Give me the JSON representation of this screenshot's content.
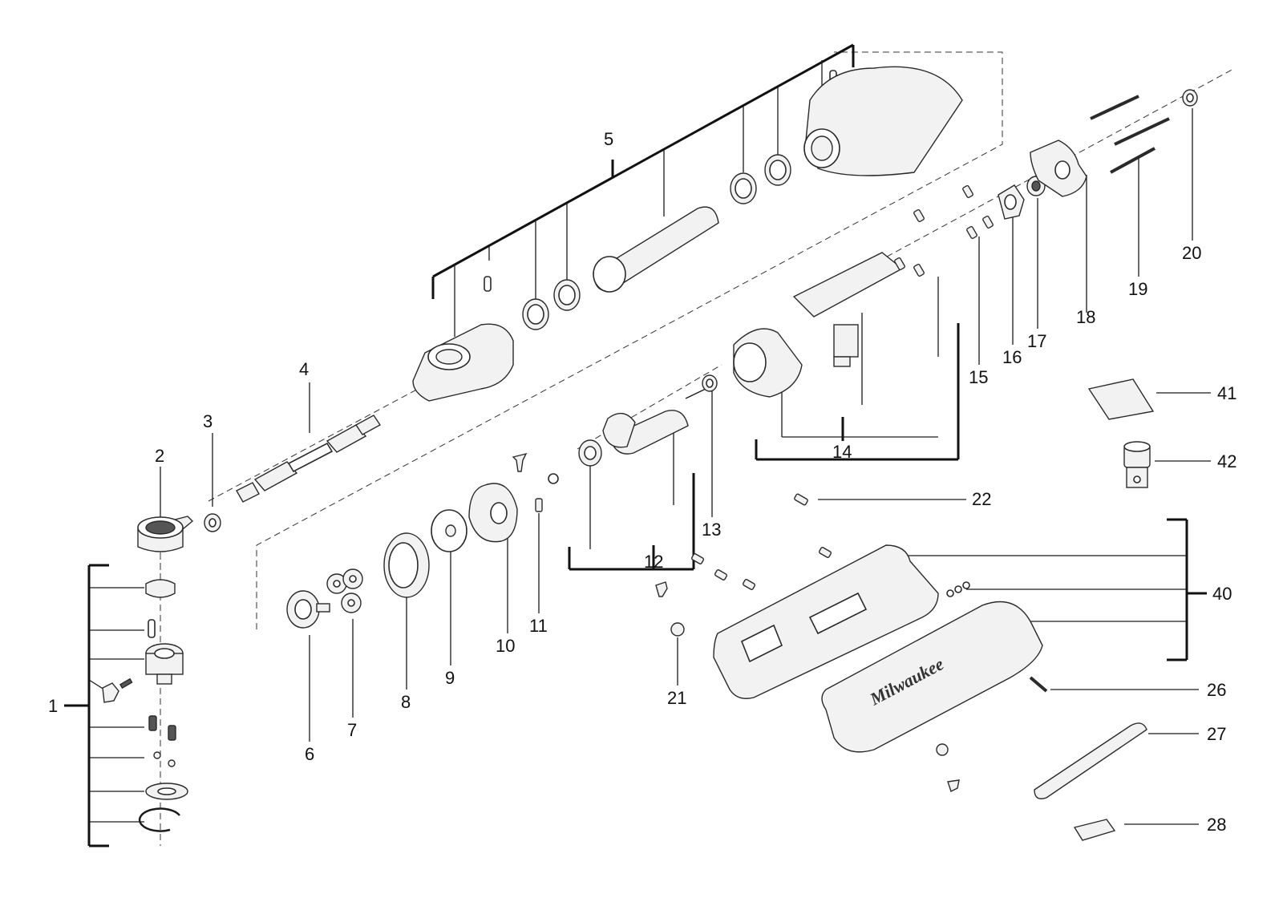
{
  "parts": [
    {
      "id": "1",
      "label": "1"
    },
    {
      "id": "2",
      "label": "2"
    },
    {
      "id": "3",
      "label": "3"
    },
    {
      "id": "4",
      "label": "4"
    },
    {
      "id": "5",
      "label": "5"
    },
    {
      "id": "6",
      "label": "6"
    },
    {
      "id": "7",
      "label": "7"
    },
    {
      "id": "8",
      "label": "8"
    },
    {
      "id": "9",
      "label": "9"
    },
    {
      "id": "10",
      "label": "10"
    },
    {
      "id": "11",
      "label": "11"
    },
    {
      "id": "12",
      "label": "12"
    },
    {
      "id": "13",
      "label": "13"
    },
    {
      "id": "14",
      "label": "14"
    },
    {
      "id": "15",
      "label": "15"
    },
    {
      "id": "16",
      "label": "16"
    },
    {
      "id": "17",
      "label": "17"
    },
    {
      "id": "18",
      "label": "18"
    },
    {
      "id": "19",
      "label": "19"
    },
    {
      "id": "20",
      "label": "20"
    },
    {
      "id": "21",
      "label": "21"
    },
    {
      "id": "22",
      "label": "22"
    },
    {
      "id": "26",
      "label": "26"
    },
    {
      "id": "27",
      "label": "27"
    },
    {
      "id": "28",
      "label": "28"
    },
    {
      "id": "40",
      "label": "40"
    },
    {
      "id": "41",
      "label": "41"
    },
    {
      "id": "42",
      "label": "42"
    }
  ],
  "housing_brand": "Milwaukee"
}
